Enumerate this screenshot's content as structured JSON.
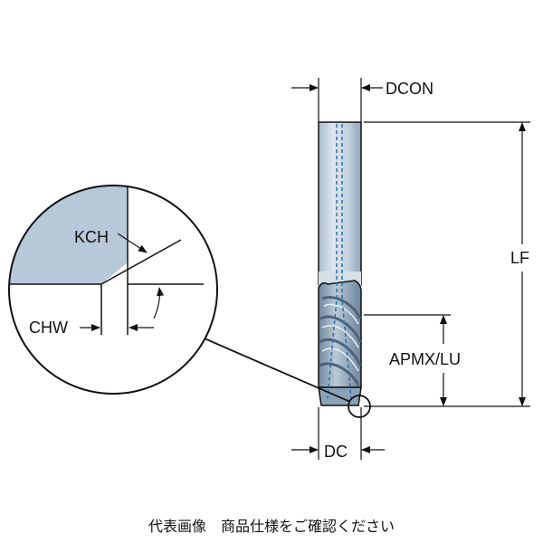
{
  "labels": {
    "dcon": "DCON",
    "lf": "LF",
    "apmx_lu": "APMX/LU",
    "dc": "DC",
    "kch": "KCH",
    "chw": "CHW"
  },
  "caption": "代表画像　商品仕様をご確認ください",
  "colors": {
    "tool_fill": "#c5d3df",
    "tool_shade": "#7f98ad",
    "flute_dark": "#5d7890",
    "coolant_line": "#2f6fa8",
    "detail_fill": "#b7c8d8",
    "line": "#111111"
  }
}
